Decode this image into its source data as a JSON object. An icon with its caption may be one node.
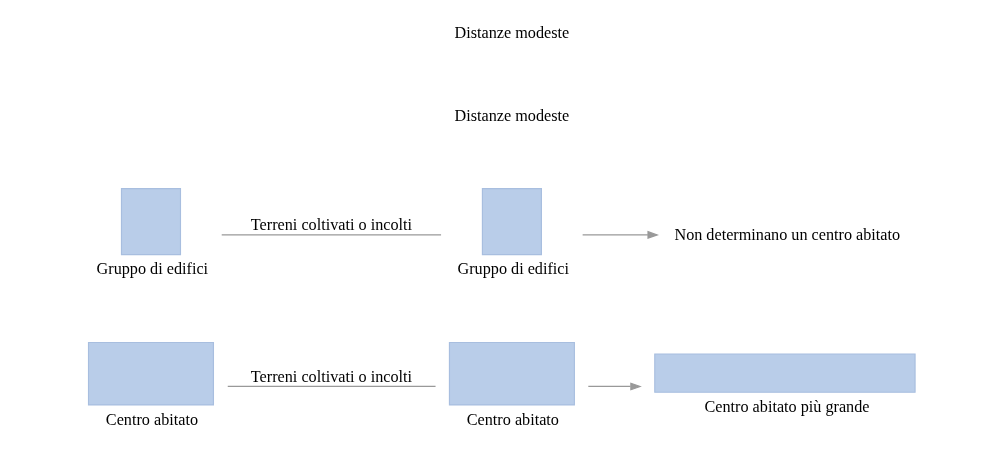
{
  "diagram": {
    "nodes": [
      {
        "text": [],
        "shape": "box",
        "beside": [
          "Centro abitato"
        ]
      },
      {
        "text": [],
        "shape": "box",
        "beside": [
          "Centro abitato"
        ]
      },
      {
        "text": [],
        "shape": "bar",
        "beside": [
          "Centro abitato più grande"
        ]
      },
      {
        "text": [],
        "shape": "box",
        "beside": [
          "Gruppo di edifici"
        ]
      },
      {
        "text": [],
        "shape": "box",
        "beside": [
          "Gruppo di edifici"
        ]
      },
      {
        "text": [
          "Non determinano un centro abitato"
        ]
      }
    ],
    "edges": [
      {
        "from": 0,
        "to": 1,
        "arrow": "none",
        "label": "Terreni coltivati o incolti"
      },
      {
        "from": 1,
        "to": 2,
        "arrow": "to"
      },
      {
        "from": 3,
        "to": 4,
        "arrow": "none",
        "label": "Terreni coltivati o incolti"
      },
      {
        "from": 4,
        "to": 5,
        "arrow": "to"
      }
    ],
    "labels": [
      "Distanze modeste",
      "Distanze modeste"
    ]
  }
}
